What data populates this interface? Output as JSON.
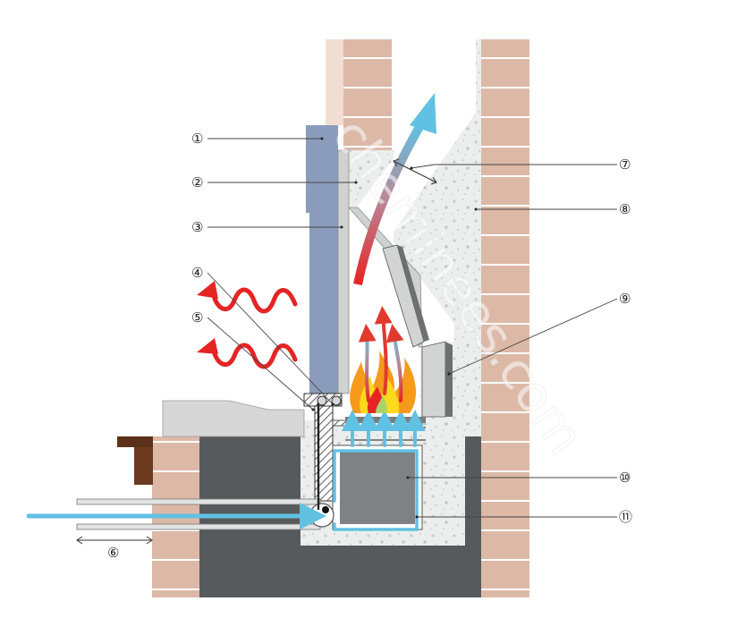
{
  "watermark": "cheminees.com",
  "callouts": [
    {
      "id": "1",
      "label": "①"
    },
    {
      "id": "2",
      "label": "②"
    },
    {
      "id": "3",
      "label": "③"
    },
    {
      "id": "4",
      "label": "④"
    },
    {
      "id": "5",
      "label": "⑤"
    },
    {
      "id": "6",
      "label": "⑥"
    },
    {
      "id": "7",
      "label": "⑦"
    },
    {
      "id": "8",
      "label": "⑧"
    },
    {
      "id": "9",
      "label": "⑨"
    },
    {
      "id": "10",
      "label": "⑩"
    },
    {
      "id": "11",
      "label": "⑪"
    }
  ],
  "colors": {
    "brick": "#dcb9a7",
    "brick_mortar": "#ffffff",
    "concrete": "#eceeee",
    "concrete_speck": "#c9cdd0",
    "panel_blue": "#8b9bbb",
    "liner_grey": "#cfd2d0",
    "ground_dark": "#575a5c",
    "airflow_blue": "#61c1e2",
    "heat_red": "#e52424",
    "flame_yellow": "#ffd91c",
    "flame_orange": "#f59a1b",
    "wood": "#6b3a1f"
  }
}
